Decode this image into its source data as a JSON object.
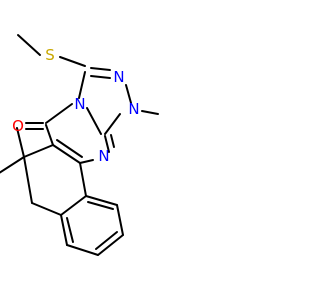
{
  "molecule": {
    "atoms": [
      {
        "id": "S",
        "label": "S",
        "color": "#c8a800"
      },
      {
        "id": "O",
        "label": "O",
        "color": "#ff0000"
      },
      {
        "id": "N_top",
        "label": "N",
        "color": "#0000ff"
      },
      {
        "id": "N_right",
        "label": "N",
        "color": "#0000ff"
      },
      {
        "id": "N_fused",
        "label": "N",
        "color": "#0000ff"
      },
      {
        "id": "N_mid",
        "label": "N",
        "color": "#0000ff"
      }
    ],
    "colors": {
      "bond": "#000000",
      "background": "#ffffff"
    }
  }
}
